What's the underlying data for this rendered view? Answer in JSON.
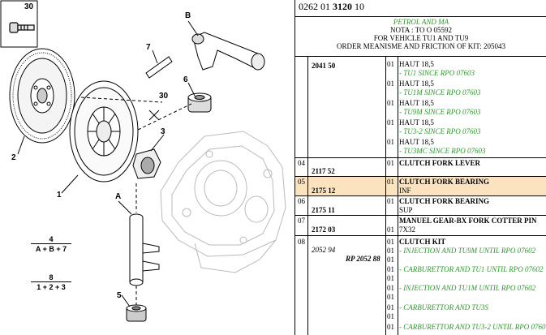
{
  "diagram": {
    "labels": {
      "l30_box": "30",
      "lB": "B",
      "l7": "7",
      "l6": "6",
      "l30": "30",
      "l2": "2",
      "l3": "3",
      "l1": "1",
      "lA": "A",
      "l5": "5"
    },
    "formulas": {
      "f4_top": "4",
      "f4_bot": "A + B + 7",
      "f8_top": "8",
      "f8_bot": "1 + 2 + 3"
    }
  },
  "parts": {
    "ref_prefix": "0262 01",
    "ref_bold": "3120",
    "ref_suffix": "10",
    "header": {
      "line1": "PETROL AND MA",
      "line2": "NOTA : TO O 05592",
      "line3": "FOR VEHICLE TU1 AND TU9",
      "line4": "ORDER MEANISME AND FRICTION OF KIT: 205043"
    },
    "rows": {
      "r1_pos": "",
      "r1_code": "2041 50",
      "r1_q1": "01",
      "r1_t1": "HAUT 18,5",
      "r1_s1": "- TU1 SINCE RPO 07603",
      "r1_q2": "01",
      "r1_t2": "HAUT 18,5",
      "r1_s2": "- TU1M SINCE RPO 07603",
      "r1_q3": "01",
      "r1_t3": "HAUT 18,5",
      "r1_s3": "- TU9M SINCE RPO 07603",
      "r1_q4": "01",
      "r1_t4": "HAUT 18,5",
      "r1_s4": "- TU3-2 SINCE RPO 07603",
      "r1_q5": "01",
      "r1_t5": "HAUT 18,5",
      "r1_s5": "- TU3MC SINCE RPO 07603",
      "r2_pos": "04",
      "r2_code": "2117 52",
      "r2_q": "01",
      "r2_t": "CLUTCH FORK LEVER",
      "r3_pos": "05",
      "r3_code": "2175 12",
      "r3_q": "01",
      "r3_t": "CLUTCH FORK BEARING",
      "r3_s": "INF",
      "r4_pos": "06",
      "r4_code": "2175 11",
      "r4_q": "01",
      "r4_t": "CLUTCH FORK BEARING",
      "r4_s": "SUP",
      "r5_pos": "07",
      "r5_code": "2172 03",
      "r5_q": "01",
      "r5_t": "MANUEL GEAR-BX FORK COTTER PIN",
      "r5_s": "7X32",
      "r6_pos": "08",
      "r6_code": "2052 94",
      "r6_rp": "RP 2052 88",
      "r6_q": "01",
      "r6_t": "CLUTCH KIT",
      "r6_q1": "01",
      "r6_s1": "- INJECTION AND TU9M UNTIL RPO 07602",
      "r6_q1b": "01",
      "r6_q2": "01",
      "r6_s2": "- CARBURETTOR AND TU1 UNTIL RPO 07602",
      "r6_q2b": "01",
      "r6_q3": "01",
      "r6_s3": "- INJECTION AND TU1M UNTIL RPO 07602",
      "r6_q3b": "01",
      "r6_q4": "01",
      "r6_s4": "- CARBURETTOR AND TU3S",
      "r6_q4b": "01",
      "r6_q5": "01",
      "r6_s5": "- CARBURETTOR AND TU3-2 UNTIL RPO 0760"
    }
  }
}
